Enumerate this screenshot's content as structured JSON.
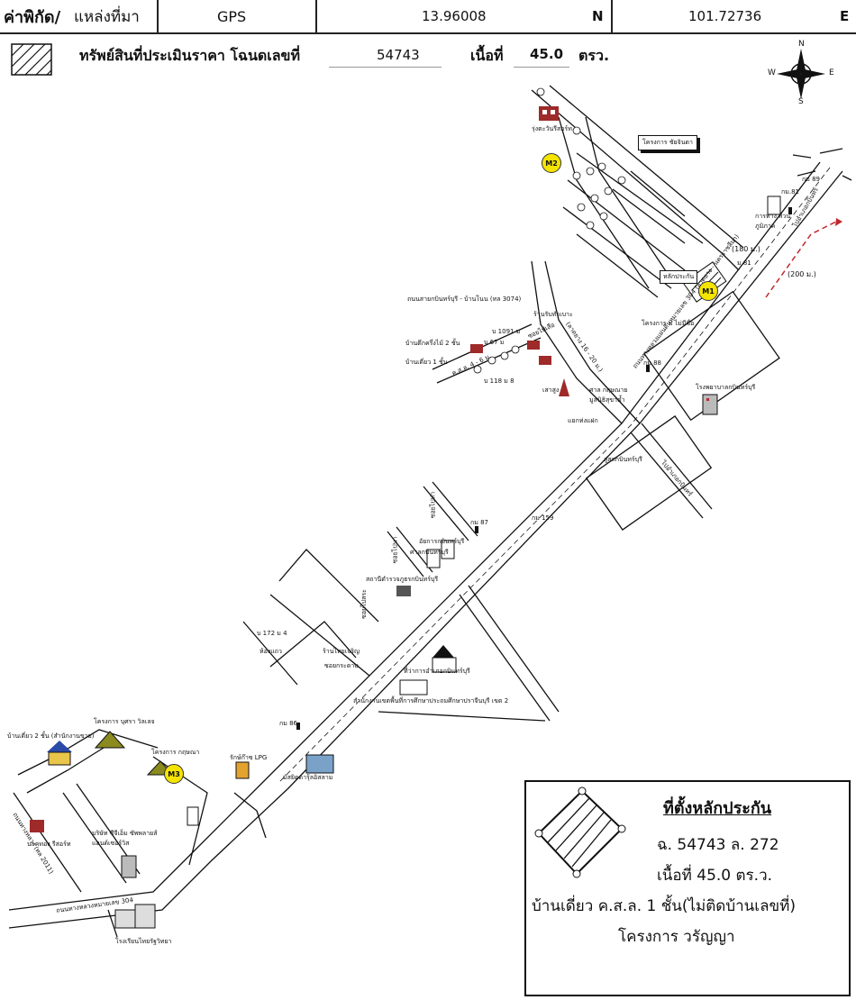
{
  "header": {
    "coord_label": "ค่าพิกัด/",
    "source_label": "แหล่งที่มา",
    "source_value": "GPS",
    "lat_value": "13.96008",
    "lat_unit": "N",
    "lon_value": "101.72736",
    "lon_unit": "E"
  },
  "legend_row": {
    "text": "ทรัพย์สินที่ประเมินราคา โฉนดเลขที่",
    "deed_no": "54743",
    "area_label": "เนื้อที่",
    "area_value": "45.0",
    "area_unit": "ตรว."
  },
  "compass": {
    "n": "N",
    "s": "S",
    "e": "E",
    "w": "W"
  },
  "map_labels": {
    "rung_resort": "รุ่งตะวันรีสอร์ท",
    "proj_chaijinda": "โครงการ ชัยจินดา",
    "m1": "M1",
    "m2": "M2",
    "m3": "M3",
    "km81": "กม.81",
    "km89": "กม 89",
    "dist180": "(180 ม.)",
    "dist200": "(200 ม.)",
    "km_81b": "ม 81",
    "highway_office": "การทาง ส่วนภูมิภาค",
    "to_kabin": "ไปอำเภอกบินทร์",
    "road_ban_non": "ถนนสายกบินทร์บุรี - บ้านโนน (ทล 3074)",
    "shop_tambao": "ร้านรับทำเบาะ",
    "house_semi": "บ้านตึกครึ่งไม้ 2 ชั้น",
    "house_one": "บ้านเดี่ยว 1 ชั้น",
    "house_no_1091": "บ 1091 ม",
    "house_no_67": "บ 67 ม",
    "house_no_118": "บ 118 ม 8",
    "soi_yai_suea": "ซอยไปเสือ",
    "lane_4_6": "ค.ส.ล. 4 - 6 ม.",
    "lane_16_20": "(ลาดยาง 16 - 20 ม.)",
    "pillar": "เสาสูง",
    "shrine": "ศาล กฤษณาย มูลนิธิสุขาค้ำ",
    "junction": "แยกท่งแฝก",
    "proj_mai_mi": "โครงการ ม ไม่มีชื่อ",
    "hlak_prakan": "หลักประกัน",
    "km88": "กม 88",
    "hospital": "โรงพยาบาลกบินทร์บุรี",
    "to_prachin": "สู่สถกบินทร์บุรี",
    "to_kabin_city": "ไปอำเภอกบินทร์",
    "km87": "กม 87",
    "km_t59": "กม 159",
    "soi_a": "ซอยไปท่า",
    "soi_b": "ซอยไปนา",
    "soi_c": "ซอยไปบ่อ",
    "district_office": "อัยการกบินทร์บุรี",
    "court": "ศาลกบินทร์บุรี",
    "police": "สถานีตำรวจภูธรกบินทร์บุรี",
    "soi_d": "ซอยไปสระ",
    "soi_e": "ซอยไปพระ",
    "house_172": "บ 172 ม 4",
    "shop_thai": "ร้านไทยเจริญ",
    "transport": "ห้องแถว",
    "soi_f": "ซอยกระดาษ",
    "district_hall": "ที่ว่าการอำเภอกบินทร์บุรี",
    "edu_office": "สำนักงานเขตพื้นที่การศึกษาประถมศึกษาปราจีนบุรี เขต 2",
    "km86": "กม 86",
    "house2_office": "บ้านเดี่ยว 2 ชั้น (สำนักงานขาย)",
    "proj_busara": "โครงการ บุศรา วิลเลจ",
    "proj_kritsana": "โครงการ กฤษณา",
    "lpg": "รักษ์ก๊าซ LPG",
    "mosque": "มัสยิดดารุ้ลอิสลาม",
    "road_pkl": "ถนนทางหลวง (ทล 2011)",
    "resort_nakthong": "นาคทอง รีสอร์ท",
    "company": "บริษัท ซีจีเอ็ม ซัพพลายส์ แอนด์เซอร์วิส",
    "road_304": "ถนนทางหลวงหมายเลข 304",
    "school": "โรงเรียนไทยรัฐวิทยา",
    "hwy_main": "ถนนทางหลวงแผ่นดินหมายเลข 304 (ลาดยาง - นครราชสีมา)"
  },
  "info_box": {
    "title": "ที่ตั้งหลักประกัน",
    "deed_line": "ฉ. 54743 ล. 272",
    "area_line": "เนื้อที่ 45.0 ตร.ว.",
    "building_line": "บ้านเดี่ยว ค.ส.ล. 1 ชั้น(ไม่ติดบ้านเลขที่)",
    "project_line": "โครงการ วรัญญา"
  },
  "colors": {
    "marker_fill": "#f4e400",
    "route_red": "#c0282e",
    "roof_olive": "#8a8a1e",
    "house_red": "#9e2a2a"
  }
}
